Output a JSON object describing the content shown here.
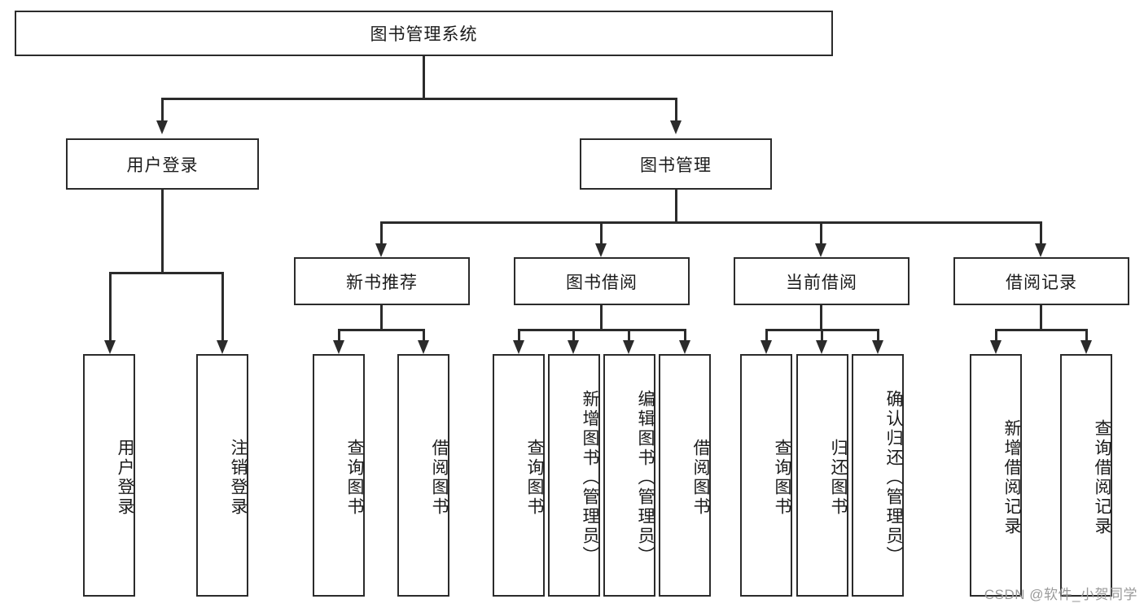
{
  "diagram": {
    "title": "图书管理系统",
    "root": {
      "label": "图书管理系统"
    },
    "level2": [
      {
        "label": "用户登录"
      },
      {
        "label": "图书管理"
      }
    ],
    "level3": [
      {
        "label": "新书推荐"
      },
      {
        "label": "图书借阅"
      },
      {
        "label": "当前借阅"
      },
      {
        "label": "借阅记录"
      }
    ],
    "leaves": {
      "user_login": [
        {
          "label": "用户登录"
        },
        {
          "label": "注销登录"
        }
      ],
      "new_book_recommend": [
        {
          "label": "查询图书"
        },
        {
          "label": "借阅图书"
        }
      ],
      "book_borrow": [
        {
          "label": "查询图书"
        },
        {
          "label": "新增图书（管理员）"
        },
        {
          "label": "编辑图书（管理员）"
        },
        {
          "label": "借阅图书"
        }
      ],
      "current_borrow": [
        {
          "label": "查询图书"
        },
        {
          "label": "归还图书"
        },
        {
          "label": "确认归还（管理员）"
        }
      ],
      "borrow_record": [
        {
          "label": "新增借阅记录"
        },
        {
          "label": "查询借阅记录"
        }
      ]
    }
  },
  "watermark": {
    "text": "CSDN @软件_小贺同学"
  },
  "colors": {
    "stroke": "#2b2b2b",
    "background": "#ffffff",
    "text": "#1b1b1b",
    "watermark": "#9a9a9a"
  }
}
